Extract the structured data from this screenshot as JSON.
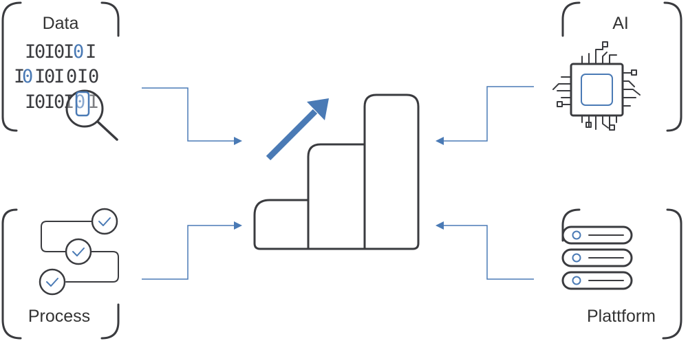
{
  "labels": {
    "data": "Data",
    "ai": "AI",
    "process": "Process",
    "platform": "Plattform"
  },
  "binary": {
    "row1": [
      "I",
      "0",
      "I",
      "0",
      "I",
      "0",
      "I"
    ],
    "row2": [
      "I",
      "0",
      "I",
      "0",
      "I",
      "0",
      "I",
      "0"
    ],
    "row3": [
      "I",
      "0",
      "I",
      "0",
      "I",
      "0",
      "I"
    ]
  },
  "icons": {
    "data": "binary-magnifier-icon",
    "ai": "chip-icon",
    "process": "checklist-flow-icon",
    "platform": "server-stack-icon",
    "center": "growth-bar-chart-icon"
  },
  "colors": {
    "accent": "#4a7ab5",
    "stroke": "#3a3b3f",
    "text": "#333333"
  }
}
